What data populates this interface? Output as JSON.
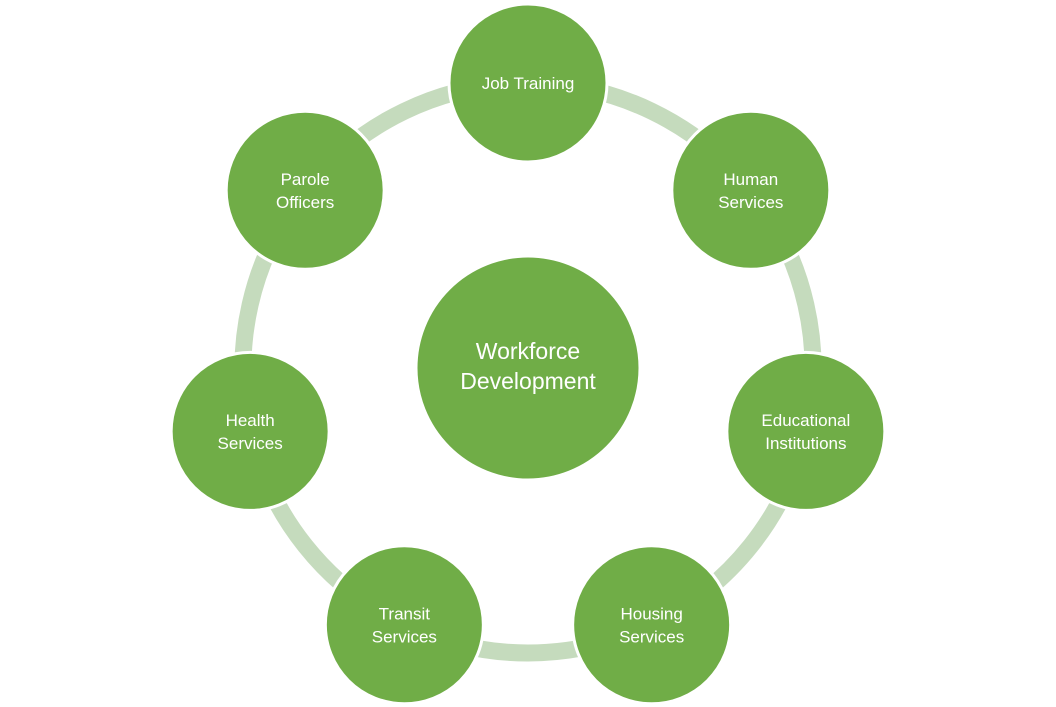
{
  "colors": {
    "node_fill": "#70ad47",
    "ring": "#c5dbbd",
    "text": "#ffffff"
  },
  "center": {
    "lines": [
      "Workforce",
      "Development"
    ]
  },
  "nodes": [
    {
      "id": "job-training",
      "lines": [
        "Job Training"
      ]
    },
    {
      "id": "human-services",
      "lines": [
        "Human",
        "Services"
      ]
    },
    {
      "id": "educational-institutions",
      "lines": [
        "Educational",
        "Institutions"
      ]
    },
    {
      "id": "housing-services",
      "lines": [
        "Housing",
        "Services"
      ]
    },
    {
      "id": "transit-services",
      "lines": [
        "Transit",
        "Services"
      ]
    },
    {
      "id": "health-services",
      "lines": [
        "Health",
        "Services"
      ]
    },
    {
      "id": "parole-officers",
      "lines": [
        "Parole",
        "Officers"
      ]
    }
  ]
}
